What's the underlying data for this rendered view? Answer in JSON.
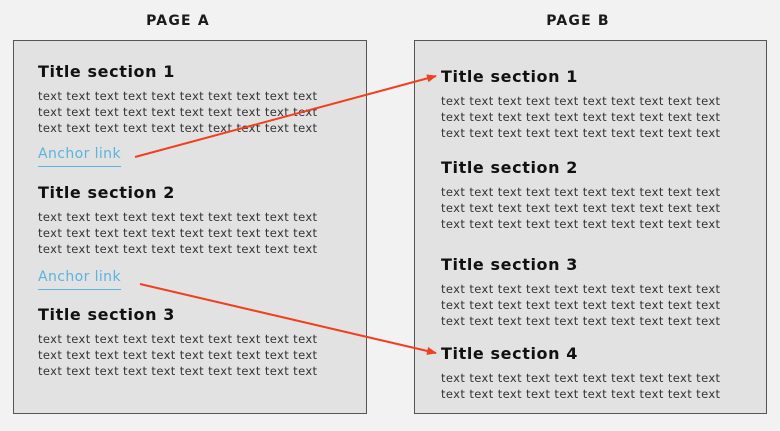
{
  "page_a": {
    "label": "PAGE A",
    "sections": [
      {
        "title": "Title section 1",
        "lines": [
          "text text text text text text text text text text",
          "text text text text text text text text text text",
          "text text text text text text text text text text"
        ]
      },
      {
        "title": "Title section 2",
        "lines": [
          "text text text text text text text text text text",
          "text text text text text text text text text text",
          "text text text text text text text text text text"
        ]
      },
      {
        "title": "Title section 3",
        "lines": [
          "text text text text text text text text text text",
          "text text text text text text text text text text",
          "text text text text text text text text text text"
        ]
      }
    ],
    "anchors": [
      {
        "label": "Anchor link",
        "target": "Title section 1"
      },
      {
        "label": "Anchor link",
        "target": "Title section 4"
      }
    ]
  },
  "page_b": {
    "label": "PAGE B",
    "sections": [
      {
        "title": "Title section 1",
        "lines": [
          "text text text text text text text text text text",
          "text text text text text text text text text text",
          "text text text text text text text text text text"
        ]
      },
      {
        "title": "Title section 2",
        "lines": [
          "text text text text text text text text text text",
          "text text text text text text text text text text",
          "text text text text text text text text text text"
        ]
      },
      {
        "title": "Title section 3",
        "lines": [
          "text text text text text text text text text text",
          "text text text text text text text text text text",
          "text text text text text text text text text text"
        ]
      },
      {
        "title": "Title section 4",
        "lines": [
          "text text text text text text text text text text",
          "text text text text text text text text text text"
        ]
      }
    ]
  },
  "colors": {
    "arrow": "#f0401f",
    "anchor": "#5bb3df",
    "page_bg": "#e2e2e2"
  }
}
